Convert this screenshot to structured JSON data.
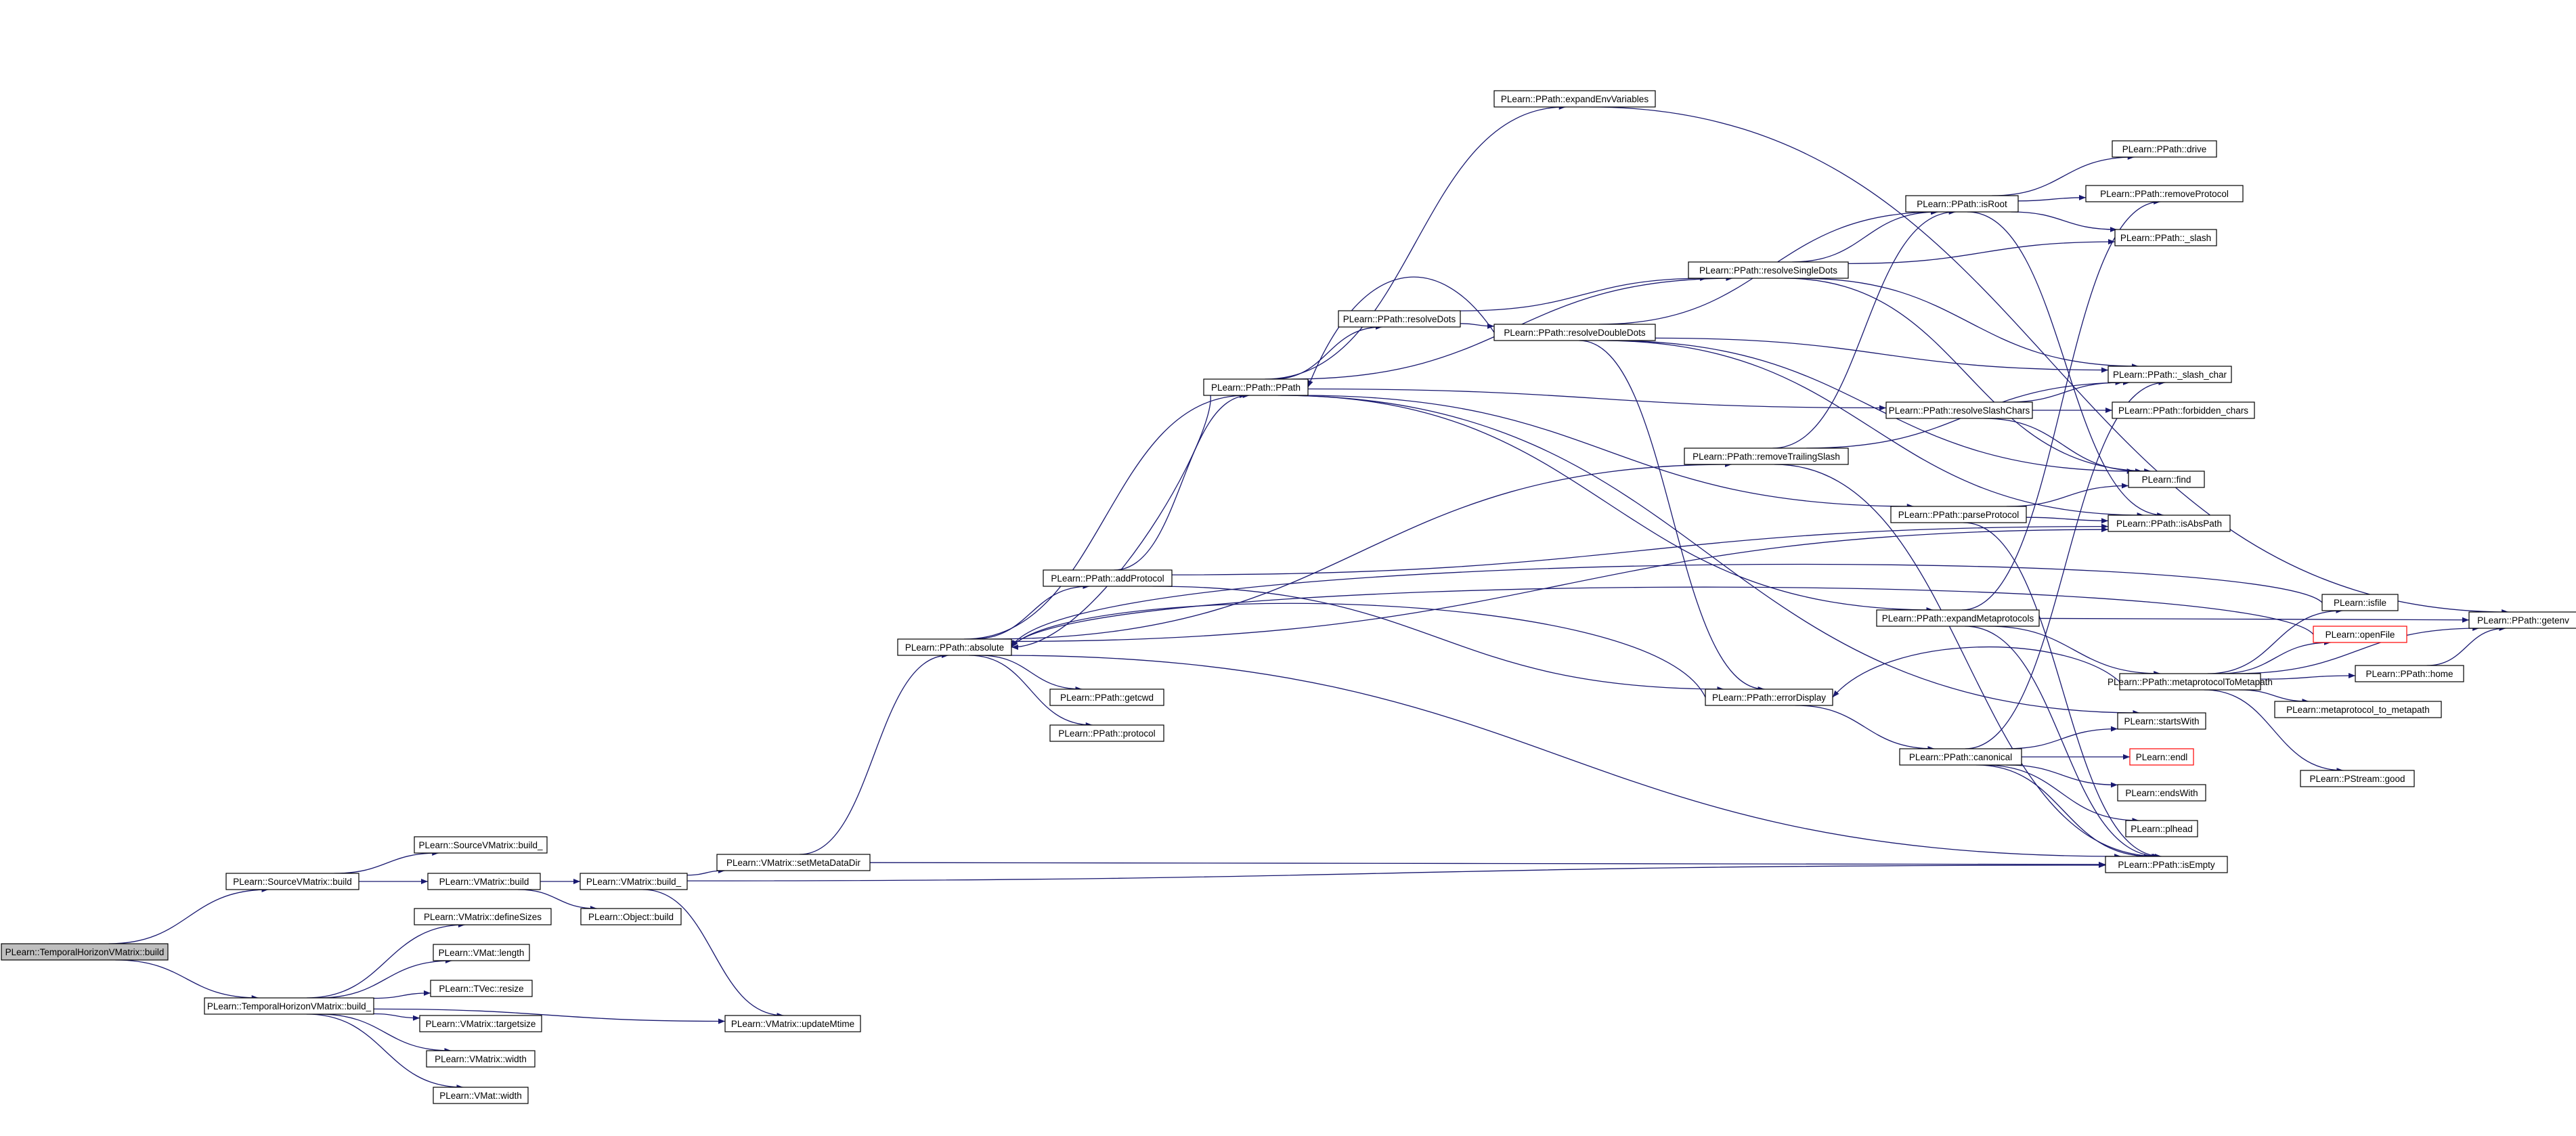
{
  "nodes": [
    {
      "id": "n1",
      "label": "PLearn::TemporalHorizonVMatrix::build",
      "root": true
    },
    {
      "id": "n2",
      "label": "PLearn::SourceVMatrix::build"
    },
    {
      "id": "n3",
      "label": "PLearn::TemporalHorizonVMatrix::build_"
    },
    {
      "id": "n4",
      "label": "PLearn::SourceVMatrix::build_"
    },
    {
      "id": "n5",
      "label": "PLearn::VMatrix::build"
    },
    {
      "id": "n6",
      "label": "PLearn::VMatrix::build_"
    },
    {
      "id": "n7",
      "label": "PLearn::Object::build"
    },
    {
      "id": "n8",
      "label": "PLearn::VMatrix::setMetaDataDir"
    },
    {
      "id": "n9",
      "label": "PLearn::VMatrix::updateMtime"
    },
    {
      "id": "n10",
      "label": "PLearn::VMatrix::defineSizes"
    },
    {
      "id": "n11",
      "label": "PLearn::VMat::length"
    },
    {
      "id": "n12",
      "label": "PLearn::TVec::resize"
    },
    {
      "id": "n13",
      "label": "PLearn::VMatrix::targetsize"
    },
    {
      "id": "n14",
      "label": "PLearn::VMatrix::width"
    },
    {
      "id": "n15",
      "label": "PLearn::VMat::width"
    },
    {
      "id": "n16",
      "label": "PLearn::PPath::absolute"
    },
    {
      "id": "n17",
      "label": "PLearn::PPath::addProtocol"
    },
    {
      "id": "n18",
      "label": "PLearn::PPath::getcwd"
    },
    {
      "id": "n19",
      "label": "PLearn::PPath::protocol"
    },
    {
      "id": "n20",
      "label": "PLearn::PPath::PPath"
    },
    {
      "id": "n21",
      "label": "PLearn::PPath::resolveDots"
    },
    {
      "id": "n22",
      "label": "PLearn::PPath::expandEnvVariables"
    },
    {
      "id": "n23",
      "label": "PLearn::PPath::resolveDoubleDots"
    },
    {
      "id": "n24",
      "label": "PLearn::PPath::resolveSingleDots"
    },
    {
      "id": "n25",
      "label": "PLearn::PPath::removeTrailingSlash"
    },
    {
      "id": "n26",
      "label": "PLearn::PPath::errorDisplay"
    },
    {
      "id": "n27",
      "label": "PLearn::PPath::canonical"
    },
    {
      "id": "n28",
      "label": "PLearn::PPath::expandMetaprotocols"
    },
    {
      "id": "n29",
      "label": "PLearn::PPath::parseProtocol"
    },
    {
      "id": "n30",
      "label": "PLearn::PPath::resolveSlashChars"
    },
    {
      "id": "n31",
      "label": "PLearn::PPath::isRoot"
    },
    {
      "id": "n32",
      "label": "PLearn::PPath::metaprotocolToMetapath"
    },
    {
      "id": "n33",
      "label": "PLearn::PPath::drive"
    },
    {
      "id": "n34",
      "label": "PLearn::PPath::removeProtocol"
    },
    {
      "id": "n35",
      "label": "PLearn::PPath::_slash"
    },
    {
      "id": "n36",
      "label": "PLearn::PPath::_slash_char"
    },
    {
      "id": "n37",
      "label": "PLearn::PPath::forbidden_chars"
    },
    {
      "id": "n38",
      "label": "PLearn::find"
    },
    {
      "id": "n39",
      "label": "PLearn::PPath::isAbsPath"
    },
    {
      "id": "n40",
      "label": "PLearn::isfile"
    },
    {
      "id": "n41",
      "label": "PLearn::openFile",
      "truncated": true
    },
    {
      "id": "n42",
      "label": "PLearn::PPath::home"
    },
    {
      "id": "n43",
      "label": "PLearn::metaprotocol_to_metapath"
    },
    {
      "id": "n44",
      "label": "PLearn::PStream::good"
    },
    {
      "id": "n45",
      "label": "PLearn::startsWith"
    },
    {
      "id": "n46",
      "label": "PLearn::endl",
      "truncated": true
    },
    {
      "id": "n47",
      "label": "PLearn::endsWith"
    },
    {
      "id": "n48",
      "label": "PLearn::plhead"
    },
    {
      "id": "n49",
      "label": "PLearn::PPath::isEmpty"
    },
    {
      "id": "n50",
      "label": "PLearn::PPath::getenv"
    }
  ],
  "edges": [
    [
      "n1",
      "n2"
    ],
    [
      "n1",
      "n3"
    ],
    [
      "n2",
      "n4"
    ],
    [
      "n2",
      "n5"
    ],
    [
      "n5",
      "n6"
    ],
    [
      "n5",
      "n7"
    ],
    [
      "n6",
      "n8"
    ],
    [
      "n6",
      "n9"
    ],
    [
      "n6",
      "n49"
    ],
    [
      "n8",
      "n16"
    ],
    [
      "n8",
      "n49"
    ],
    [
      "n3",
      "n10"
    ],
    [
      "n3",
      "n11"
    ],
    [
      "n3",
      "n12"
    ],
    [
      "n3",
      "n13"
    ],
    [
      "n3",
      "n14"
    ],
    [
      "n3",
      "n15"
    ],
    [
      "n3",
      "n9"
    ],
    [
      "n16",
      "n17"
    ],
    [
      "n16",
      "n18"
    ],
    [
      "n16",
      "n19"
    ],
    [
      "n16",
      "n20"
    ],
    [
      "n16",
      "n25"
    ],
    [
      "n16",
      "n39"
    ],
    [
      "n16",
      "n49"
    ],
    [
      "n17",
      "n20"
    ],
    [
      "n17",
      "n26"
    ],
    [
      "n17",
      "n39"
    ],
    [
      "n20",
      "n16"
    ],
    [
      "n20",
      "n21"
    ],
    [
      "n20",
      "n22"
    ],
    [
      "n20",
      "n24"
    ],
    [
      "n20",
      "n28"
    ],
    [
      "n20",
      "n29"
    ],
    [
      "n20",
      "n30"
    ],
    [
      "n20",
      "n45"
    ],
    [
      "n21",
      "n23"
    ],
    [
      "n21",
      "n24"
    ],
    [
      "n22",
      "n50"
    ],
    [
      "n23",
      "n20"
    ],
    [
      "n23",
      "n26"
    ],
    [
      "n23",
      "n31"
    ],
    [
      "n23",
      "n36"
    ],
    [
      "n23",
      "n38"
    ],
    [
      "n23",
      "n39"
    ],
    [
      "n24",
      "n31"
    ],
    [
      "n24",
      "n35"
    ],
    [
      "n24",
      "n36"
    ],
    [
      "n24",
      "n38"
    ],
    [
      "n25",
      "n31"
    ],
    [
      "n25",
      "n36"
    ],
    [
      "n25",
      "n49"
    ],
    [
      "n26",
      "n16"
    ],
    [
      "n26",
      "n27"
    ],
    [
      "n27",
      "n36"
    ],
    [
      "n27",
      "n45"
    ],
    [
      "n27",
      "n46"
    ],
    [
      "n27",
      "n47"
    ],
    [
      "n27",
      "n48"
    ],
    [
      "n27",
      "n49"
    ],
    [
      "n28",
      "n32"
    ],
    [
      "n28",
      "n34"
    ],
    [
      "n28",
      "n49"
    ],
    [
      "n28",
      "n50"
    ],
    [
      "n29",
      "n38"
    ],
    [
      "n29",
      "n39"
    ],
    [
      "n29",
      "n49"
    ],
    [
      "n30",
      "n36"
    ],
    [
      "n30",
      "n37"
    ],
    [
      "n30",
      "n38"
    ],
    [
      "n31",
      "n33"
    ],
    [
      "n31",
      "n34"
    ],
    [
      "n31",
      "n35"
    ],
    [
      "n31",
      "n39"
    ],
    [
      "n32",
      "n40"
    ],
    [
      "n32",
      "n41"
    ],
    [
      "n32",
      "n42"
    ],
    [
      "n32",
      "n43"
    ],
    [
      "n32",
      "n44"
    ],
    [
      "n32",
      "n50"
    ],
    [
      "n32",
      "n26"
    ],
    [
      "n40",
      "n16"
    ],
    [
      "n41",
      "n16"
    ],
    [
      "n42",
      "n50"
    ]
  ]
}
